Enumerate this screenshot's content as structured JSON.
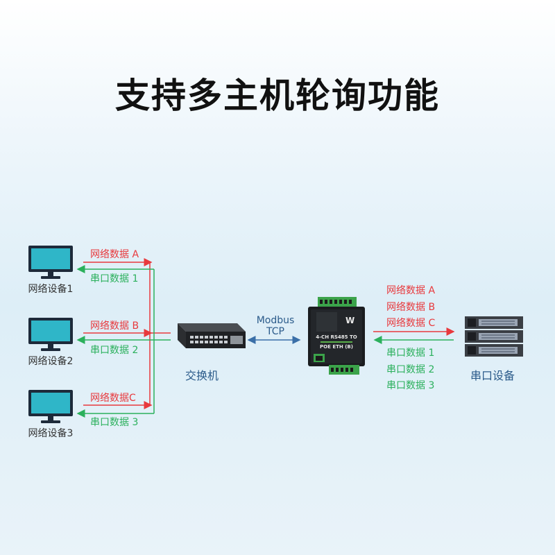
{
  "title": "支持多主机轮询功能",
  "left_devices": [
    {
      "label": "网络设备1",
      "net": "网络数据 A",
      "serial": "串口数据 1"
    },
    {
      "label": "网络设备2",
      "net": "网络数据 B",
      "serial": "串口数据 2"
    },
    {
      "label": "网络设备3",
      "net": "网络数据C",
      "serial": "串口数据 3"
    }
  ],
  "switch_label": "交换机",
  "protocol": {
    "line1": "Modbus",
    "line2": "TCP"
  },
  "gateway_text": {
    "model_line1": "4-CH RS485 TO",
    "model_line2": "POE ETH (B)"
  },
  "right_net": [
    "网络数据 A",
    "网络数据 B",
    "网络数据 C"
  ],
  "right_serial": [
    "串口数据 1",
    "串口数据 2",
    "串口数据 3"
  ],
  "serial_device_label": "串口设备",
  "colors": {
    "network": "#e8393d",
    "serial": "#2bb05c",
    "protocol": "#2a5a8a"
  }
}
